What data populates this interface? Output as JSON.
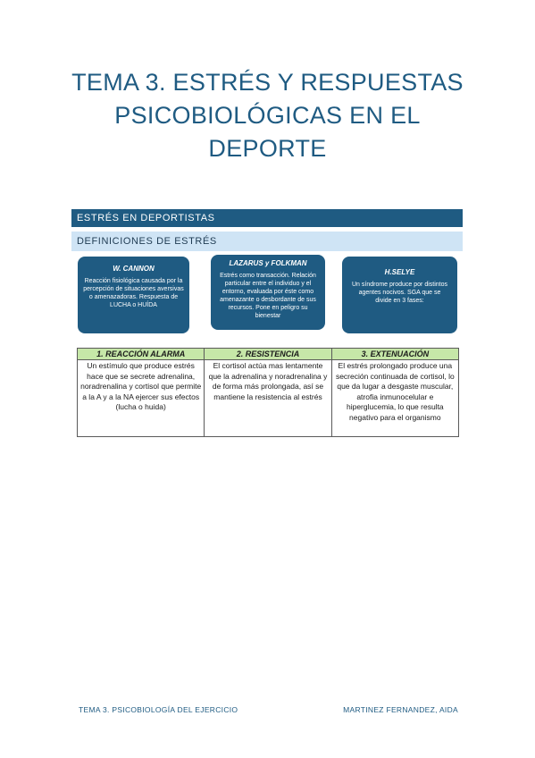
{
  "document": {
    "title": "TEMA 3. ESTRÉS Y RESPUESTAS PSICOBIOLÓGICAS EN EL DEPORTE"
  },
  "section": {
    "header": "ESTRÉS EN DEPORTISTAS",
    "subheader": "DEFINICIONES DE ESTRÉS"
  },
  "cards": [
    {
      "title": "W. CANNON",
      "body": "Reacción fisiológica causada por la percepción de situaciones aversivas o amenazadoras. Respuesta de LUCHA o HUÍDA"
    },
    {
      "title": "LAZARUS y FOLKMAN",
      "body": "Estrés como transacción. Relación particular entre el individuo y el entorno, evaluada por éste como amenazante o desbordante de sus recursos. Pone en peligro su bienestar"
    },
    {
      "title": "H.SELYE",
      "body": "Un síndrome produce por distintos agentes nocivos. SGA que se divide en 3 fases:"
    }
  ],
  "table": {
    "headers": [
      "1. REACCIÓN ALARMA",
      "2. RESISTENCIA",
      "3. EXTENUACIÓN"
    ],
    "cells": [
      "Un estímulo que produce estrés hace que se secrete adrenalina, noradrenalina y cortisol que permite a la A y a la NA ejercer sus efectos (lucha o huida)",
      "El cortisol actúa mas lentamente que la adrenalina y noradrenalina y de forma más prolongada, así se mantiene la resistencia al estrés",
      "El estrés prolongado produce una secreción continuada de cortisol, lo que da lugar a desgaste muscular, atrofia inmunocelular e hiperglucemia, lo que resulta negativo para el organismo"
    ]
  },
  "footer": {
    "left": "TEMA 3. PSICOBIOLOGÍA DEL EJERCICIO",
    "right": "MARTINEZ FERNANDEZ, AIDA"
  }
}
